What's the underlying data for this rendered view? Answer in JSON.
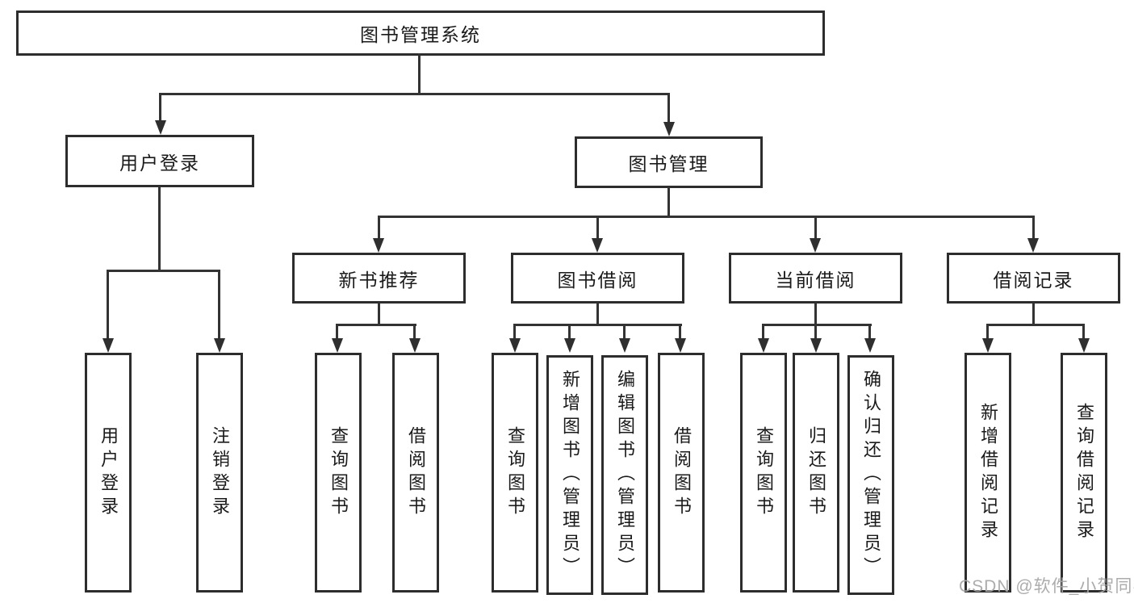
{
  "diagram": {
    "root": {
      "label": "图书管理系统"
    },
    "user_branch": {
      "label": "用户登录",
      "children": {
        "login": "用户登录",
        "logout": "注销登录"
      }
    },
    "book_branch": {
      "label": "图书管理",
      "new_book": {
        "label": "新书推荐",
        "children": {
          "query": "查询图书",
          "borrow": "借阅图书"
        }
      },
      "borrowing": {
        "label": "图书借阅",
        "children": {
          "query": "查询图书",
          "add": "新增图书（管理员）",
          "edit": "编辑图书（管理员）",
          "borrow": "借阅图书"
        }
      },
      "current": {
        "label": "当前借阅",
        "children": {
          "query": "查询图书",
          "return": "归还图书",
          "confirm": "确认归还（管理员）"
        }
      },
      "records": {
        "label": "借阅记录",
        "children": {
          "add": "新增借阅记录",
          "query": "查询借阅记录"
        }
      }
    }
  },
  "watermark": {
    "text": "CSDN @软件_小贺同学"
  },
  "colors": {
    "line": "#333333",
    "border": "#2d2d2d",
    "text": "#1a1a1a",
    "watermark": "#a8a8a8",
    "background": "#ffffff"
  }
}
